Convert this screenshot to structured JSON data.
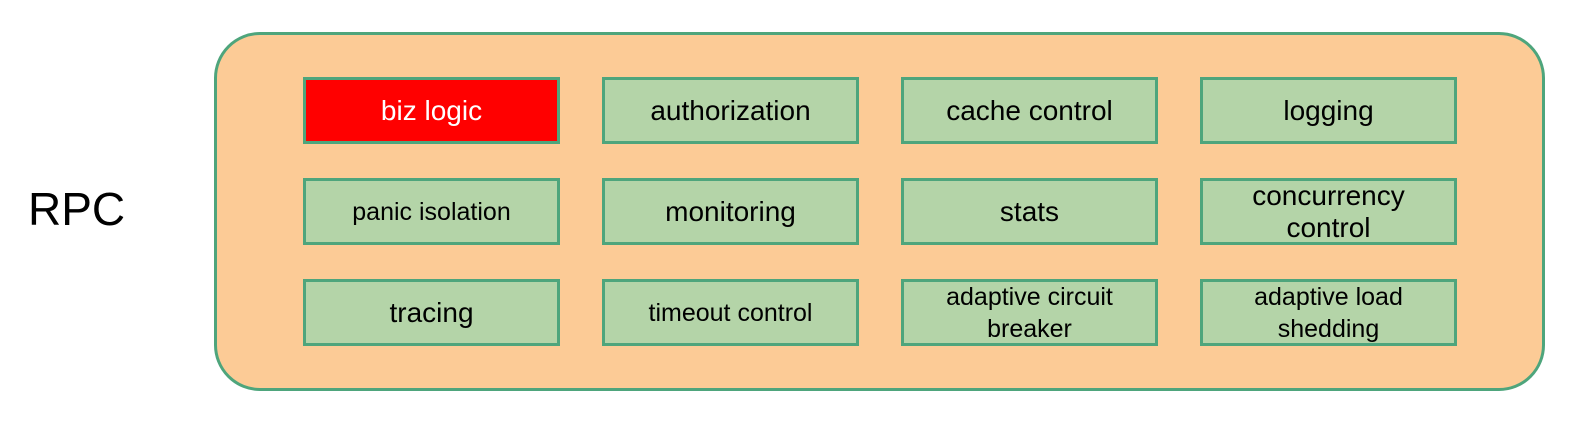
{
  "diagram": {
    "side_label": "RPC",
    "container": {
      "fill_color": "#fccb96",
      "border_color": "#4ea57c"
    },
    "box_style": {
      "fill_color": "#b4d4a8",
      "border_color": "#4ea57c",
      "text_color": "#000000",
      "highlight_fill_color": "#ff0000",
      "highlight_text_color": "#ffffff"
    },
    "rows": [
      {
        "boxes": [
          {
            "label": "biz logic",
            "highlighted": true,
            "small": false
          },
          {
            "label": "authorization",
            "highlighted": false,
            "small": false
          },
          {
            "label": "cache control",
            "highlighted": false,
            "small": false
          },
          {
            "label": "logging",
            "highlighted": false,
            "small": false
          }
        ]
      },
      {
        "boxes": [
          {
            "label": "panic isolation",
            "highlighted": false,
            "small": true
          },
          {
            "label": "monitoring",
            "highlighted": false,
            "small": false
          },
          {
            "label": "stats",
            "highlighted": false,
            "small": false
          },
          {
            "label": "concurrency\ncontrol",
            "highlighted": false,
            "small": false
          }
        ]
      },
      {
        "boxes": [
          {
            "label": "tracing",
            "highlighted": false,
            "small": false
          },
          {
            "label": "timeout control",
            "highlighted": false,
            "small": true
          },
          {
            "label": "adaptive circuit\nbreaker",
            "highlighted": false,
            "small": true
          },
          {
            "label": "adaptive load\nshedding",
            "highlighted": false,
            "small": true
          }
        ]
      }
    ]
  }
}
